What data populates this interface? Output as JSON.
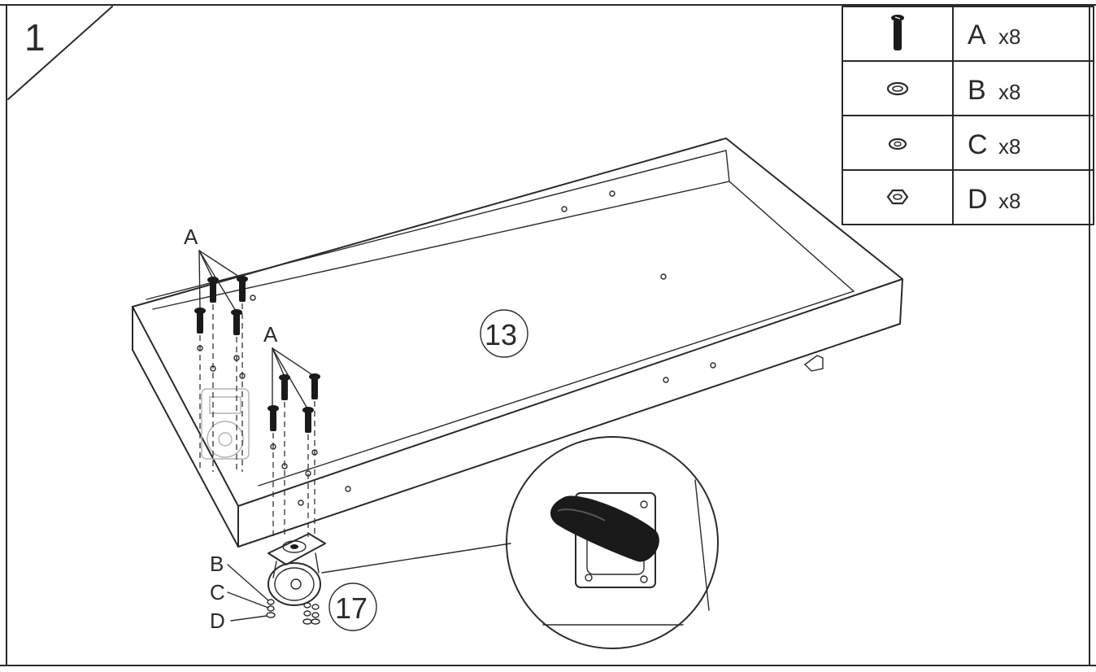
{
  "step": {
    "number": "1"
  },
  "hardware": {
    "items": [
      {
        "letter": "A",
        "count": "x8",
        "icon": "screw-icon"
      },
      {
        "letter": "B",
        "count": "x8",
        "icon": "washer-icon"
      },
      {
        "letter": "C",
        "count": "x8",
        "icon": "spring-washer-icon"
      },
      {
        "letter": "D",
        "count": "x8",
        "icon": "hex-nut-icon"
      }
    ]
  },
  "parts": {
    "panel": "13",
    "caster": "17"
  },
  "callouts": {
    "screws_a": "A",
    "washer_b": "B",
    "washer_c": "C",
    "nut_d": "D"
  }
}
